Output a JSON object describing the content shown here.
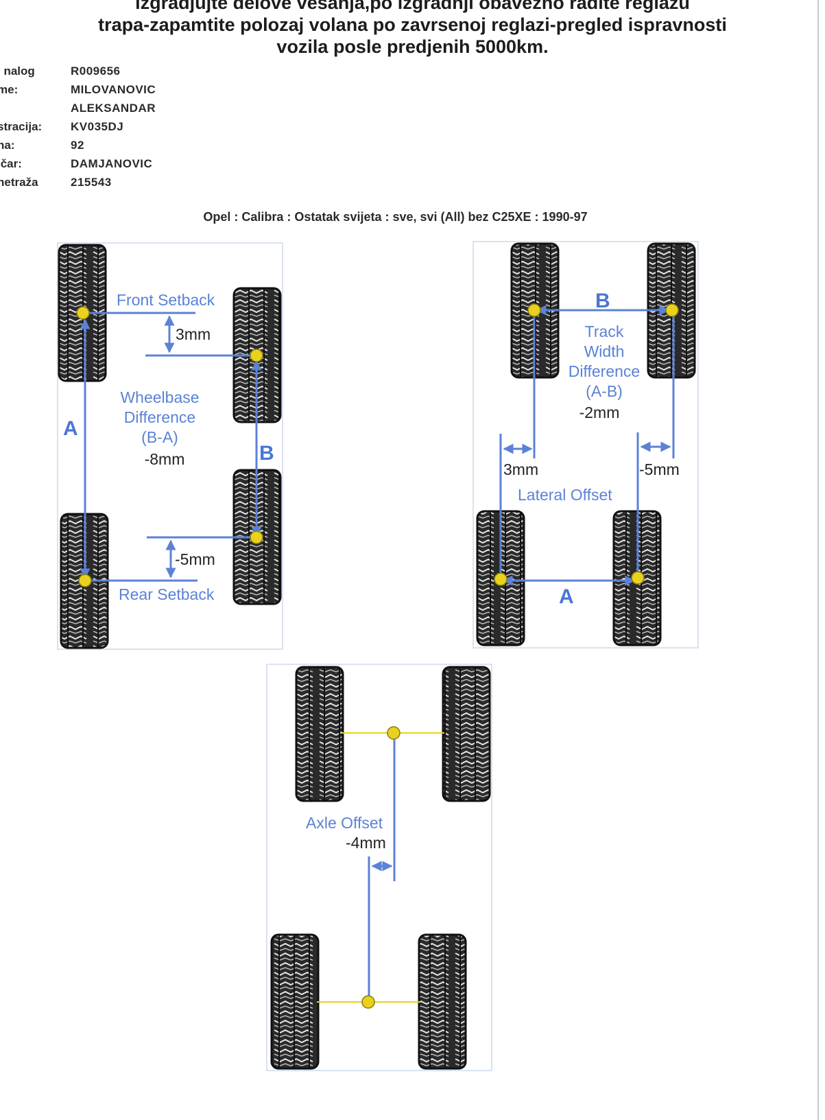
{
  "header": {
    "notice_lines": [
      "izgradjujte delove vesanja,po izgradnji obavezno radite reglazu",
      "trapa-zapamtite polozaj volana po zavrsenoj reglazi-pregled ispravnosti",
      "vozila posle predjenih 5000km."
    ]
  },
  "info": {
    "rows": [
      {
        "label": "i nalog",
        "value": "R009656"
      },
      {
        "label": "me:",
        "value": "MILOVANOVIC"
      },
      {
        "label": "",
        "value": "ALEKSANDAR"
      },
      {
        "label": "stracija:",
        "value": "KV035DJ"
      },
      {
        "label": "na:",
        "value": "92"
      },
      {
        "label": "ičar:",
        "value": "DAMJANOVIC"
      },
      {
        "label": "netraža",
        "value": "215543"
      }
    ]
  },
  "vehicle": "Opel : Calibra : Ostatak svijeta : sve, svi (All) bez  C25XE : 1990-97",
  "setback": {
    "front_label": "Front Setback",
    "front_value": "3mm",
    "wb_line1": "Wheelbase",
    "wb_line2": "Difference",
    "wb_line3": "(B-A)",
    "wb_value": "-8mm",
    "rear_value": "-5mm",
    "rear_label": "Rear Setback",
    "letter_a": "A",
    "letter_b": "B"
  },
  "track": {
    "letter_b": "B",
    "line1": "Track",
    "line2": "Width",
    "line3": "Difference",
    "line4": "(A-B)",
    "value": "-2mm",
    "left_offset": "3mm",
    "right_offset": "-5mm",
    "lateral_label": "Lateral Offset",
    "letter_a": "A"
  },
  "axle": {
    "label": "Axle Offset",
    "value": "-4mm"
  },
  "colors": {
    "accent_blue": "#5b82d6",
    "dot_yellow": "#e8d21e",
    "tire_dark": "#222222"
  }
}
